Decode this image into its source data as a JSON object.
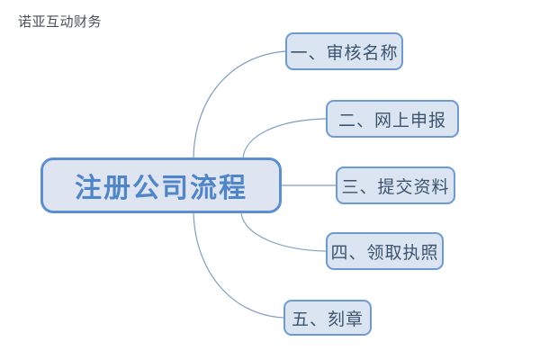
{
  "diagram": {
    "type": "mind-map",
    "watermark": "诺亚互动财务",
    "central_node": {
      "label": "注册公司流程",
      "fill": "#dee5f1",
      "border": "#5b8ed2",
      "text_color": "#4f86c9"
    },
    "branches": [
      {
        "index": "1",
        "label": "一、审核名称",
        "fill": "#dbe4f1",
        "border": "#6d9ad4",
        "text_color": "#3c556f"
      },
      {
        "index": "2",
        "label": "二、网上申报",
        "fill": "#dbe4f1",
        "border": "#6d9ad4",
        "text_color": "#3c556f"
      },
      {
        "index": "3",
        "label": "三、提交资料",
        "fill": "#dbe4f1",
        "border": "#6d9ad4",
        "text_color": "#3c556f"
      },
      {
        "index": "4",
        "label": "四、领取执照",
        "fill": "#dbe4f1",
        "border": "#6d9ad4",
        "text_color": "#3c556f"
      },
      {
        "index": "5",
        "label": "五、刻章",
        "fill": "#dbe4f1",
        "border": "#6d9ad4",
        "text_color": "#3c556f"
      }
    ],
    "connector_color": "#7e9dc4",
    "background": "#ffffff"
  }
}
